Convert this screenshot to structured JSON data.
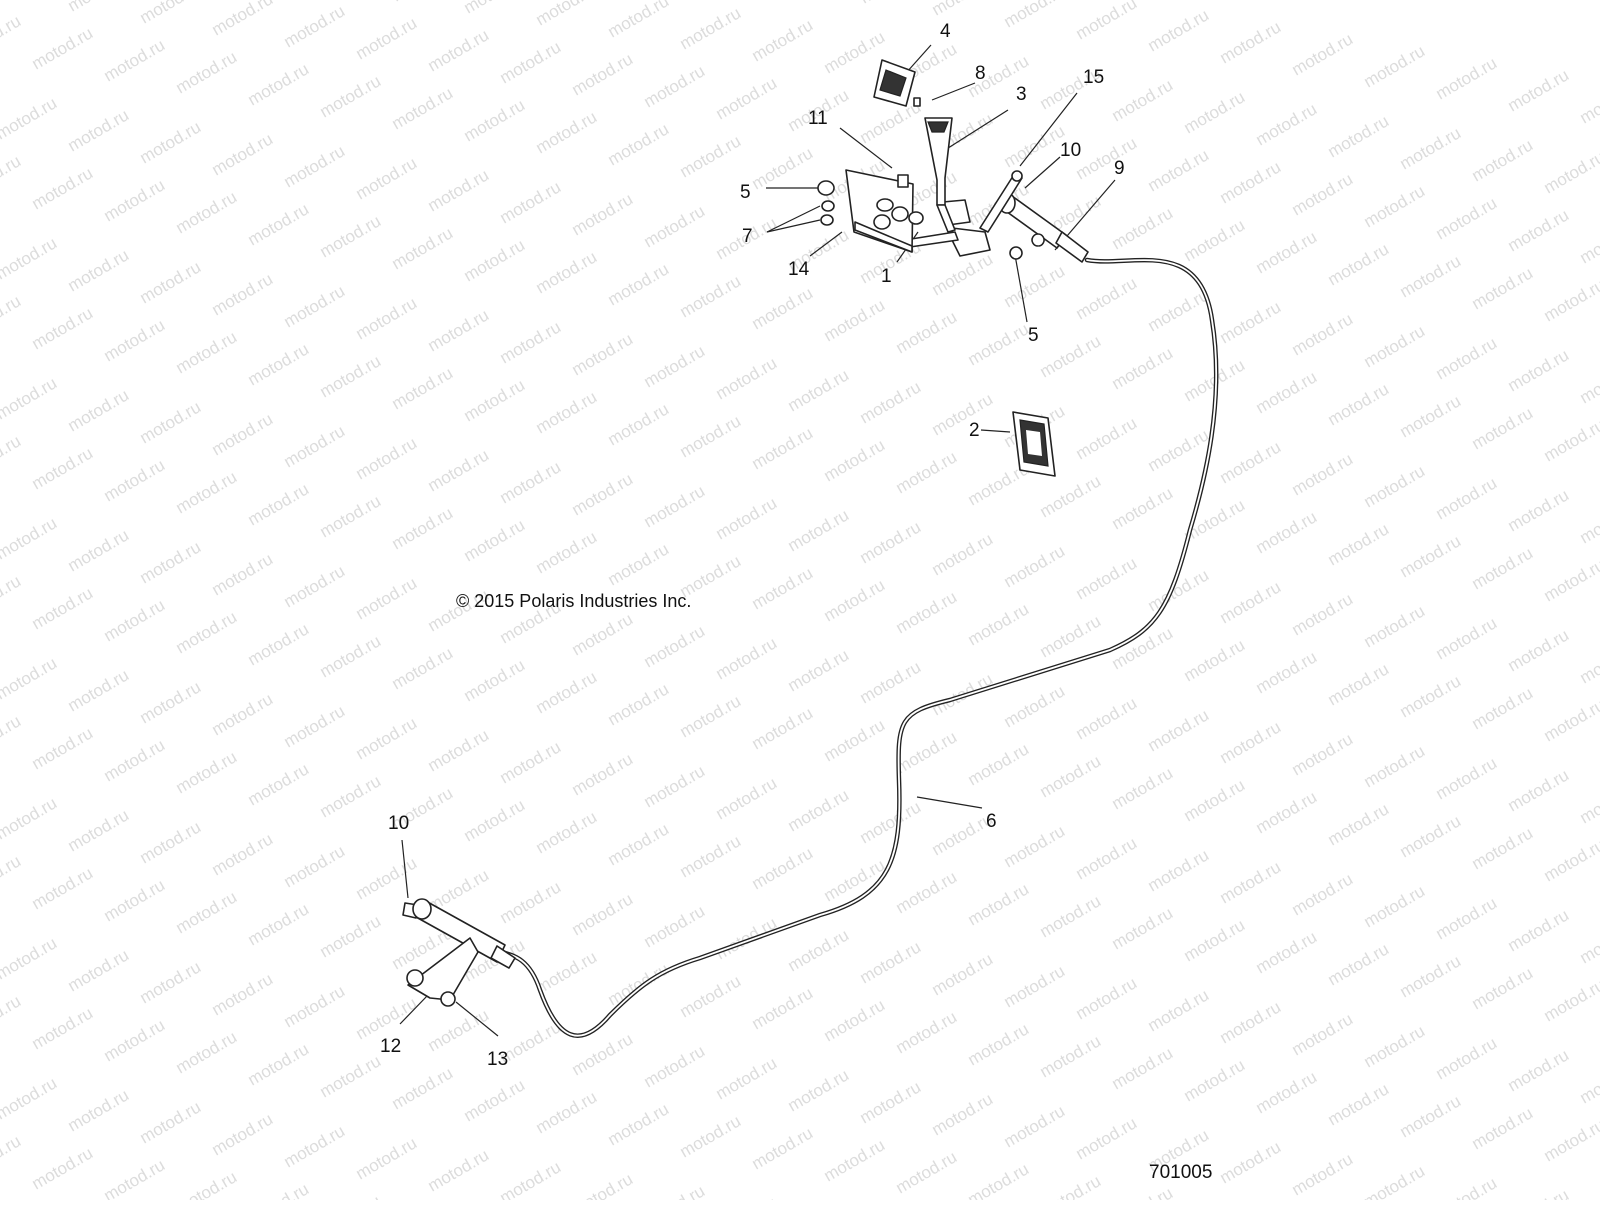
{
  "watermark_text": "motod.ru",
  "copyright": "© 2015 Polaris Industries Inc.",
  "figure_number": "701005",
  "callouts": [
    "4",
    "8",
    "3",
    "15",
    "11",
    "10",
    "9",
    "5",
    "7",
    "14",
    "1",
    "5",
    "2",
    "6",
    "10",
    "12",
    "13"
  ],
  "colors": {
    "line": "#222222",
    "watermark": "#dcdcdc",
    "background": "#ffffff"
  }
}
